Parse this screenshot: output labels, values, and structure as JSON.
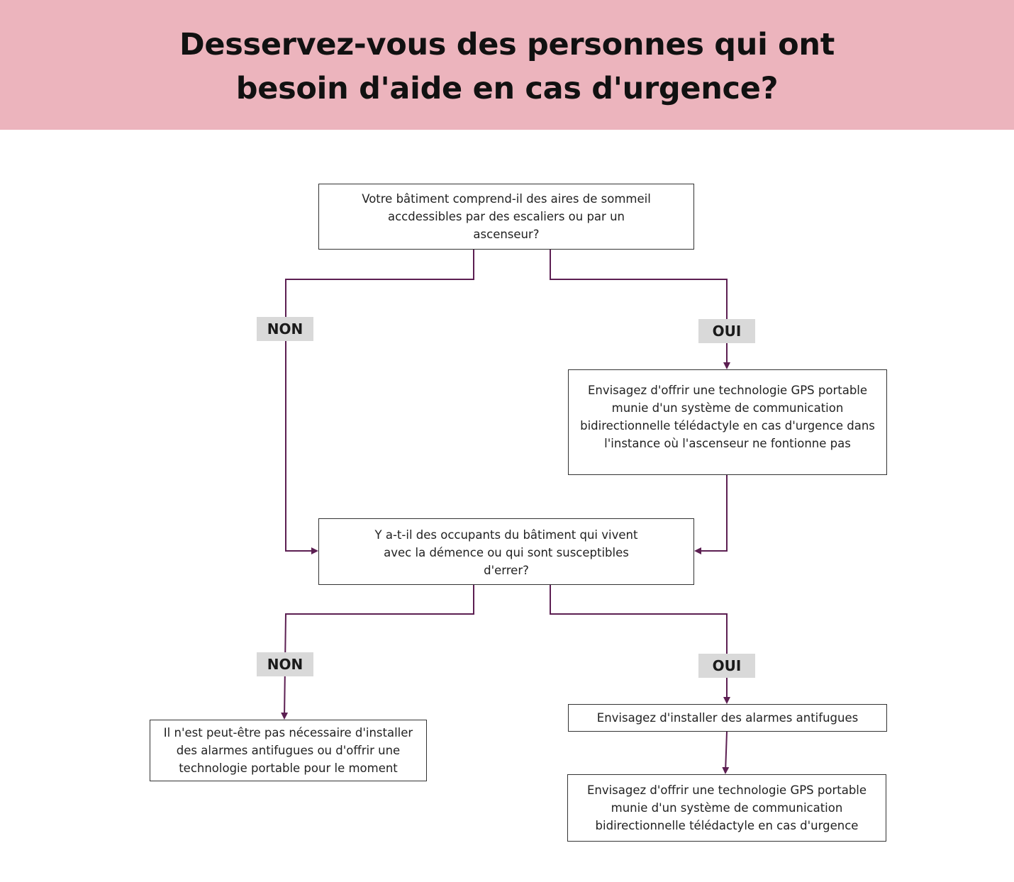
{
  "title": "Desservez-vous des personnes qui ont besoin d'aide en cas d'urgence?",
  "colors": {
    "header_background": "#ecb4bd",
    "connector": "#5c1f52",
    "label_background": "#d9d9d9",
    "box_border": "#333333"
  },
  "nodes": {
    "q1": "Votre bâtiment comprend-il des aires de sommeil accdessibles par des escaliers ou par un ascenseur?",
    "gps_elevator": "Envisagez d'offrir une technologie GPS portable munie d'un système de communication bidirectionnelle télédactyle en cas d'urgence dans l'instance où l'ascenseur ne fontionne pas",
    "q2": "Y a-t-il des occupants du bâtiment qui vivent avec la démence ou qui sont susceptibles d'errer?",
    "not_needed": "Il n'est peut-être pas nécessaire d'installer des alarmes antifugues ou d'offrir une technologie portable pour le moment",
    "install_alarms": "Envisagez d'installer des alarmes antifugues",
    "gps_portable": "Envisagez d'offrir une technologie GPS portable munie d'un système de communication bidirectionnelle télédactyle en cas d'urgence"
  },
  "labels": {
    "q1_no": "NON",
    "q1_yes": "OUI",
    "q2_no": "NON",
    "q2_yes": "OUI"
  }
}
